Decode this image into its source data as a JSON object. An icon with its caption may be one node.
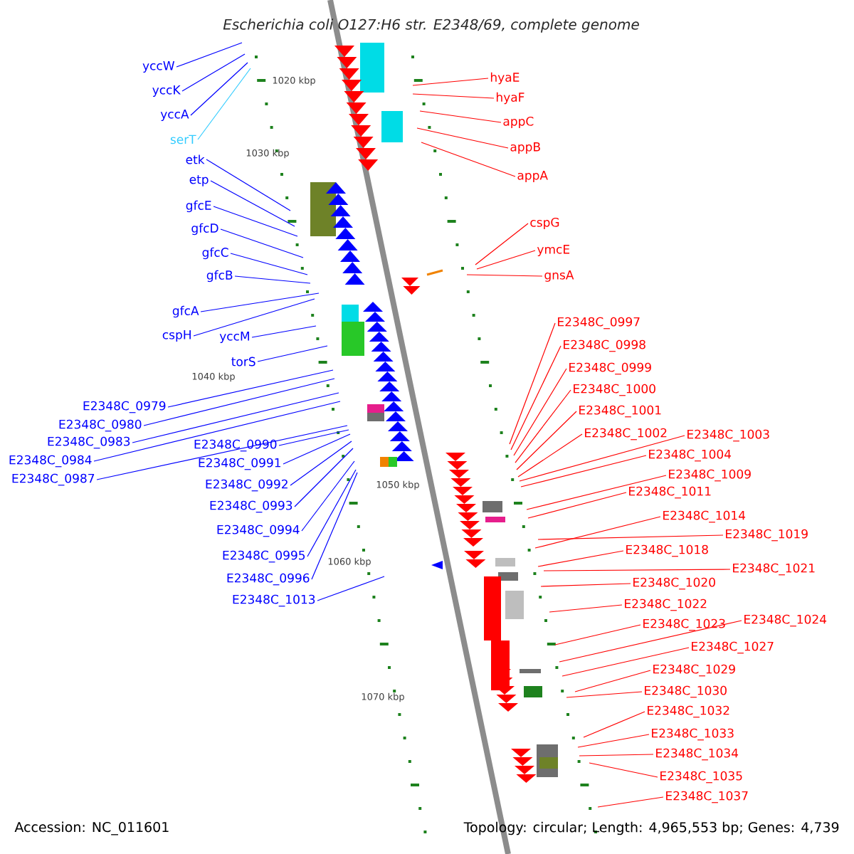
{
  "diagram": {
    "title": "Escherichia coli O127:H6 str. E2348/69, complete genome",
    "nodes": [
      {
        "text": [
          "yccW"
        ]
      },
      {
        "text": [
          "yccK"
        ]
      },
      {
        "text": [
          "yccA"
        ]
      },
      {
        "text": [
          "serT"
        ]
      },
      {
        "text": [
          "etk"
        ]
      },
      {
        "text": [
          "etp"
        ]
      },
      {
        "text": [
          "gfcE"
        ]
      },
      {
        "text": [
          "gfcD"
        ]
      },
      {
        "text": [
          "gfcC"
        ]
      },
      {
        "text": [
          "gfcB"
        ]
      },
      {
        "text": [
          "gfcA"
        ]
      },
      {
        "text": [
          "cspH"
        ]
      },
      {
        "text": [
          "yccM"
        ]
      },
      {
        "text": [
          "torS"
        ]
      },
      {
        "text": [
          "E2348C_0979"
        ]
      },
      {
        "text": [
          "E2348C_0980"
        ]
      },
      {
        "text": [
          "E2348C_0983"
        ]
      },
      {
        "text": [
          "E2348C_0984"
        ]
      },
      {
        "text": [
          "E2348C_0987"
        ]
      },
      {
        "text": [
          "E2348C_0990"
        ]
      },
      {
        "text": [
          "E2348C_0991"
        ]
      },
      {
        "text": [
          "E2348C_0992"
        ]
      },
      {
        "text": [
          "E2348C_0993"
        ]
      },
      {
        "text": [
          "E2348C_0994"
        ]
      },
      {
        "text": [
          "E2348C_0995"
        ]
      },
      {
        "text": [
          "E2348C_0996"
        ]
      },
      {
        "text": [
          "E2348C_1013"
        ]
      },
      {
        "text": [
          "hyaE"
        ]
      },
      {
        "text": [
          "hyaF"
        ]
      },
      {
        "text": [
          "appC"
        ]
      },
      {
        "text": [
          "appB"
        ]
      },
      {
        "text": [
          "appA"
        ]
      },
      {
        "text": [
          "cspG"
        ]
      },
      {
        "text": [
          "ymcE"
        ]
      },
      {
        "text": [
          "gnsA"
        ]
      },
      {
        "text": [
          "E2348C_0997"
        ]
      },
      {
        "text": [
          "E2348C_0998"
        ]
      },
      {
        "text": [
          "E2348C_0999"
        ]
      },
      {
        "text": [
          "E2348C_1000"
        ]
      },
      {
        "text": [
          "E2348C_1001"
        ]
      },
      {
        "text": [
          "E2348C_1002"
        ]
      },
      {
        "text": [
          "E2348C_1003"
        ]
      },
      {
        "text": [
          "E2348C_1004"
        ]
      },
      {
        "text": [
          "E2348C_1009"
        ]
      },
      {
        "text": [
          "E2348C_1011"
        ]
      },
      {
        "text": [
          "E2348C_1014"
        ]
      },
      {
        "text": [
          "E2348C_1018"
        ]
      },
      {
        "text": [
          "E2348C_1019"
        ]
      },
      {
        "text": [
          "E2348C_1020"
        ]
      },
      {
        "text": [
          "E2348C_1021"
        ]
      },
      {
        "text": [
          "E2348C_1022"
        ]
      },
      {
        "text": [
          "E2348C_1023"
        ]
      },
      {
        "text": [
          "E2348C_1024"
        ]
      },
      {
        "text": [
          "E2348C_1027"
        ]
      },
      {
        "text": [
          "E2348C_1029"
        ]
      },
      {
        "text": [
          "E2348C_1030"
        ]
      },
      {
        "text": [
          "E2348C_1032"
        ]
      },
      {
        "text": [
          "E2348C_1033"
        ]
      },
      {
        "text": [
          "E2348C_1034"
        ]
      },
      {
        "text": [
          "E2348C_1035"
        ]
      },
      {
        "text": [
          "E2348C_1037"
        ]
      }
    ],
    "edges": [
      {
        "from": 0,
        "to": null,
        "arrow": "none",
        "color": "#0000ff"
      },
      {
        "from": 1,
        "to": null,
        "arrow": "none",
        "color": "#0000ff"
      },
      {
        "from": 2,
        "to": null,
        "arrow": "none",
        "color": "#0000ff"
      },
      {
        "from": 3,
        "to": null,
        "arrow": "none",
        "color": "#33ccff"
      },
      {
        "from": 4,
        "to": null,
        "arrow": "none",
        "color": "#0000ff"
      },
      {
        "from": 5,
        "to": null,
        "arrow": "none",
        "color": "#0000ff"
      },
      {
        "from": 6,
        "to": null,
        "arrow": "none",
        "color": "#0000ff"
      },
      {
        "from": 7,
        "to": null,
        "arrow": "none",
        "color": "#0000ff"
      },
      {
        "from": 8,
        "to": null,
        "arrow": "none",
        "color": "#0000ff"
      },
      {
        "from": 9,
        "to": null,
        "arrow": "none",
        "color": "#0000ff"
      },
      {
        "from": 10,
        "to": null,
        "arrow": "none",
        "color": "#0000ff"
      },
      {
        "from": 11,
        "to": null,
        "arrow": "none",
        "color": "#0000ff"
      },
      {
        "from": 12,
        "to": null,
        "arrow": "none",
        "color": "#0000ff"
      },
      {
        "from": 13,
        "to": null,
        "arrow": "none",
        "color": "#0000ff"
      },
      {
        "from": 14,
        "to": null,
        "arrow": "none",
        "color": "#0000ff"
      },
      {
        "from": 15,
        "to": null,
        "arrow": "none",
        "color": "#0000ff"
      },
      {
        "from": 16,
        "to": null,
        "arrow": "none",
        "color": "#0000ff"
      },
      {
        "from": 17,
        "to": null,
        "arrow": "none",
        "color": "#0000ff"
      },
      {
        "from": 18,
        "to": null,
        "arrow": "none",
        "color": "#0000ff"
      },
      {
        "from": 19,
        "to": null,
        "arrow": "none",
        "color": "#0000ff"
      },
      {
        "from": 20,
        "to": null,
        "arrow": "none",
        "color": "#0000ff"
      },
      {
        "from": 21,
        "to": null,
        "arrow": "none",
        "color": "#0000ff"
      },
      {
        "from": 22,
        "to": null,
        "arrow": "none",
        "color": "#0000ff"
      },
      {
        "from": 23,
        "to": null,
        "arrow": "none",
        "color": "#0000ff"
      },
      {
        "from": 24,
        "to": null,
        "arrow": "none",
        "color": "#0000ff"
      },
      {
        "from": 25,
        "to": null,
        "arrow": "none",
        "color": "#0000ff"
      },
      {
        "from": 26,
        "to": null,
        "arrow": "none",
        "color": "#0000ff"
      },
      {
        "from": 27,
        "to": null,
        "arrow": "none"
      },
      {
        "from": 28,
        "to": null,
        "arrow": "none"
      },
      {
        "from": 29,
        "to": null,
        "arrow": "none"
      },
      {
        "from": 30,
        "to": null,
        "arrow": "none"
      },
      {
        "from": 31,
        "to": null,
        "arrow": "none"
      },
      {
        "from": 32,
        "to": null,
        "arrow": "none"
      },
      {
        "from": 33,
        "to": null,
        "arrow": "none"
      },
      {
        "from": 34,
        "to": null,
        "arrow": "none"
      },
      {
        "from": 35,
        "to": null,
        "arrow": "none"
      },
      {
        "from": 36,
        "to": null,
        "arrow": "none"
      },
      {
        "from": 37,
        "to": null,
        "arrow": "none"
      },
      {
        "from": 38,
        "to": null,
        "arrow": "none"
      },
      {
        "from": 39,
        "to": null,
        "arrow": "none"
      },
      {
        "from": 40,
        "to": null,
        "arrow": "none"
      },
      {
        "from": 41,
        "to": null,
        "arrow": "none"
      },
      {
        "from": 42,
        "to": null,
        "arrow": "none"
      },
      {
        "from": 43,
        "to": null,
        "arrow": "none"
      },
      {
        "from": 44,
        "to": null,
        "arrow": "none"
      },
      {
        "from": 45,
        "to": null,
        "arrow": "none"
      },
      {
        "from": 46,
        "to": null,
        "arrow": "none"
      },
      {
        "from": 47,
        "to": null,
        "arrow": "none"
      },
      {
        "from": 48,
        "to": null,
        "arrow": "none"
      },
      {
        "from": 49,
        "to": null,
        "arrow": "none"
      },
      {
        "from": 50,
        "to": null,
        "arrow": "none"
      },
      {
        "from": 51,
        "to": null,
        "arrow": "none"
      },
      {
        "from": 52,
        "to": null,
        "arrow": "none"
      },
      {
        "from": 53,
        "to": null,
        "arrow": "none"
      },
      {
        "from": 54,
        "to": null,
        "arrow": "none"
      },
      {
        "from": 55,
        "to": null,
        "arrow": "none"
      },
      {
        "from": 56,
        "to": null,
        "arrow": "none"
      },
      {
        "from": 57,
        "to": null,
        "arrow": "none"
      },
      {
        "from": 58,
        "to": null,
        "arrow": "none"
      },
      {
        "from": 59,
        "to": null,
        "arrow": "none"
      },
      {
        "from": 60,
        "to": null,
        "arrow": "none"
      }
    ],
    "labels": [
      "1020 kbp",
      "1030 kbp",
      "1040 kbp",
      "1050 kbp",
      "1060 kbp",
      "1070 kbp",
      "Accession: NC_011601",
      "Topology: circular; Length: 4,965,553 bp; Genes: 4,739"
    ]
  }
}
